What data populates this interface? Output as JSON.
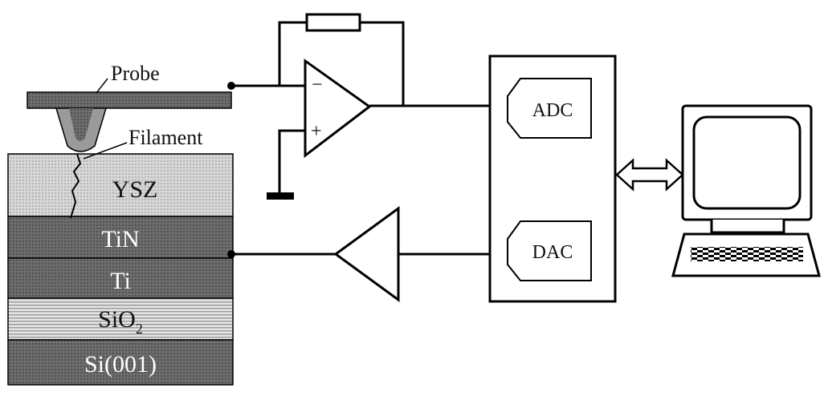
{
  "labels": {
    "probe": "Probe",
    "filament": "Filament",
    "ysz": "YSZ",
    "tin": "TiN",
    "ti": "Ti",
    "sio2_base": "SiO",
    "sio2_sub": "2",
    "si001": "Si(001)",
    "adc": "ADC",
    "dac": "DAC",
    "minus": "−",
    "plus": "+"
  },
  "colors": {
    "ysz_fill": "#cfcfcf",
    "metal_fill": "#6a6a6a",
    "sio2_fill": "#bdbdbd",
    "si_fill": "#777777",
    "probe_fill": "#8c8c8c",
    "line": "#000000"
  },
  "icons": [
    "computer-icon",
    "bidirectional-arrow-icon",
    "ground-icon",
    "resistor-icon",
    "op-amp-icon",
    "amplifier-icon"
  ]
}
